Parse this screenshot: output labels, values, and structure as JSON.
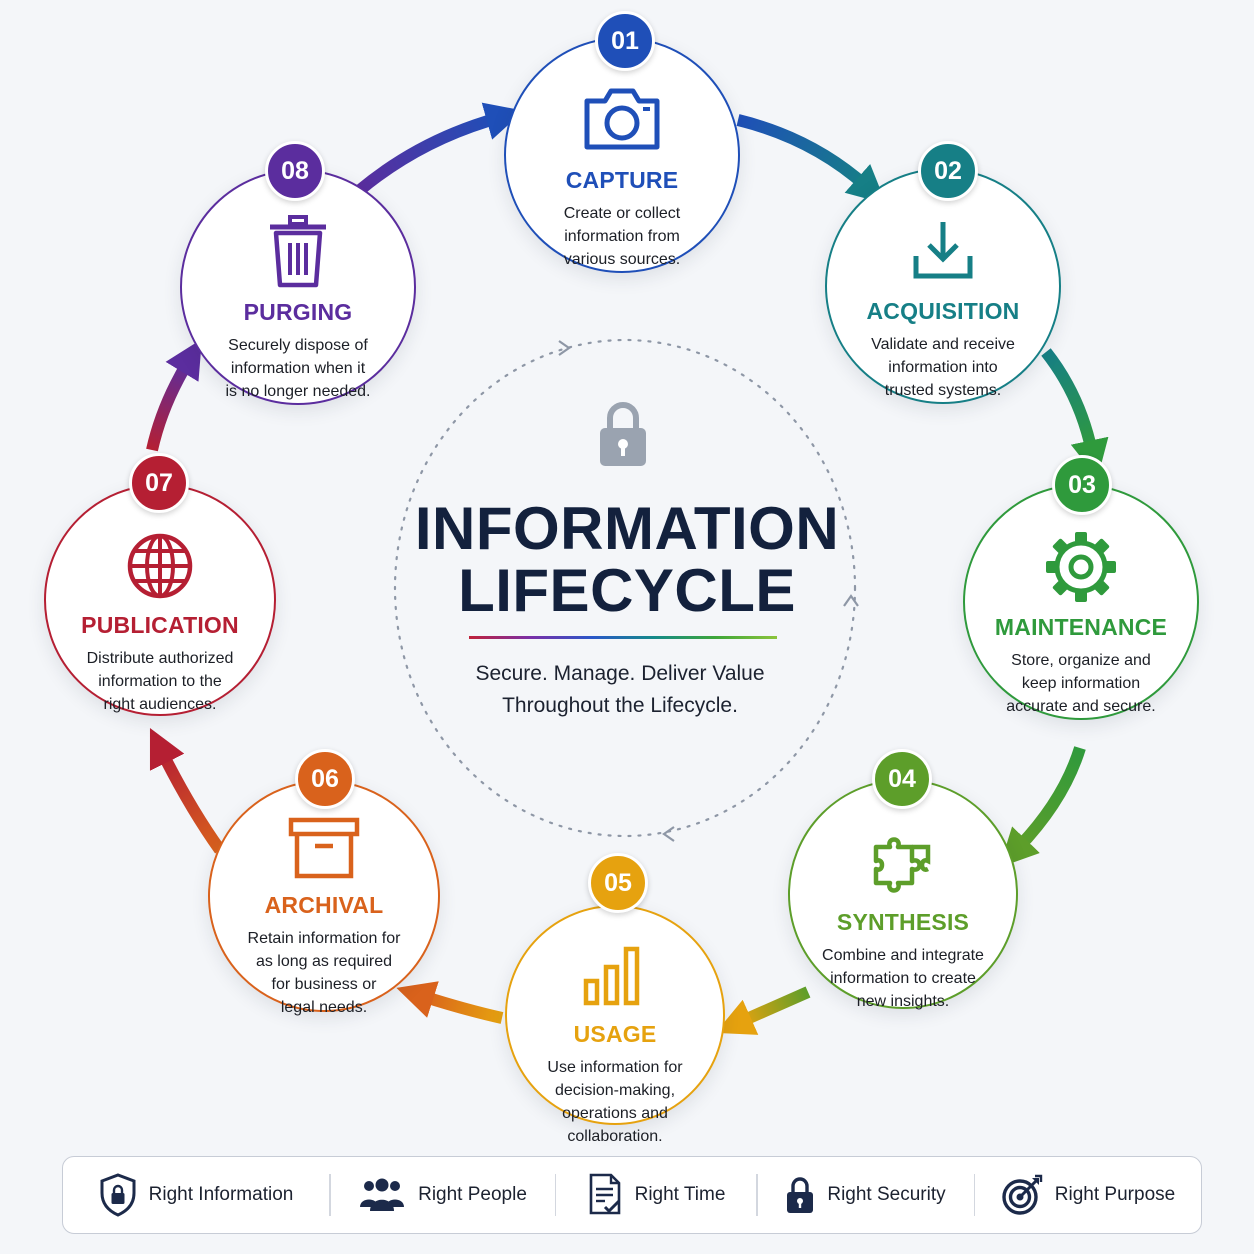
{
  "diagram": {
    "title_lines": [
      "INFORMATION",
      "LIFECYCLE"
    ],
    "tagline_lines": [
      "Secure. Manage. Deliver Value",
      "Throughout the Lifecycle."
    ],
    "center_icon": "padlock-icon",
    "stages": [
      {
        "number": "01",
        "title": "CAPTURE",
        "icon": "camera-icon",
        "color": "#1f4fb8",
        "desc_lines": [
          "Create or collect",
          "information from",
          "various sources."
        ]
      },
      {
        "number": "02",
        "title": "ACQUISITION",
        "icon": "download-icon",
        "color": "#167f86",
        "desc_lines": [
          "Validate and receive",
          "information into",
          "trusted systems."
        ]
      },
      {
        "number": "03",
        "title": "MAINTENANCE",
        "icon": "gear-icon",
        "color": "#2f9a3c",
        "desc_lines": [
          "Store, organize and",
          "keep information",
          "accurate and secure."
        ]
      },
      {
        "number": "04",
        "title": "SYNTHESIS",
        "icon": "puzzle-icon",
        "color": "#5d9e2a",
        "desc_lines": [
          "Combine and integrate",
          "information to create",
          "new insights."
        ]
      },
      {
        "number": "05",
        "title": "USAGE",
        "icon": "bar-chart-icon",
        "color": "#e6a20f",
        "desc_lines": [
          "Use information for",
          "decision-making,",
          "operations and",
          "collaboration."
        ]
      },
      {
        "number": "06",
        "title": "ARCHIVAL",
        "icon": "archive-box-icon",
        "color": "#d9621c",
        "desc_lines": [
          "Retain information for",
          "as long as required",
          "for business or",
          "legal needs."
        ]
      },
      {
        "number": "07",
        "title": "PUBLICATION",
        "icon": "globe-icon",
        "color": "#b51f33",
        "desc_lines": [
          "Distribute authorized",
          "information to the",
          "right audiences."
        ]
      },
      {
        "number": "08",
        "title": "PURGING",
        "icon": "trash-icon",
        "color": "#5b2d9e",
        "desc_lines": [
          "Securely dispose of",
          "information when it",
          "is no longer needed."
        ]
      }
    ]
  },
  "footer": {
    "items": [
      {
        "label": "Right Information",
        "icon": "shield-lock-icon"
      },
      {
        "label": "Right People",
        "icon": "people-icon"
      },
      {
        "label": "Right Time",
        "icon": "document-check-icon"
      },
      {
        "label": "Right Security",
        "icon": "padlock-icon"
      },
      {
        "label": "Right Purpose",
        "icon": "target-icon"
      }
    ]
  },
  "colors": {
    "title": "#13213d",
    "background": "#f4f6f9"
  }
}
